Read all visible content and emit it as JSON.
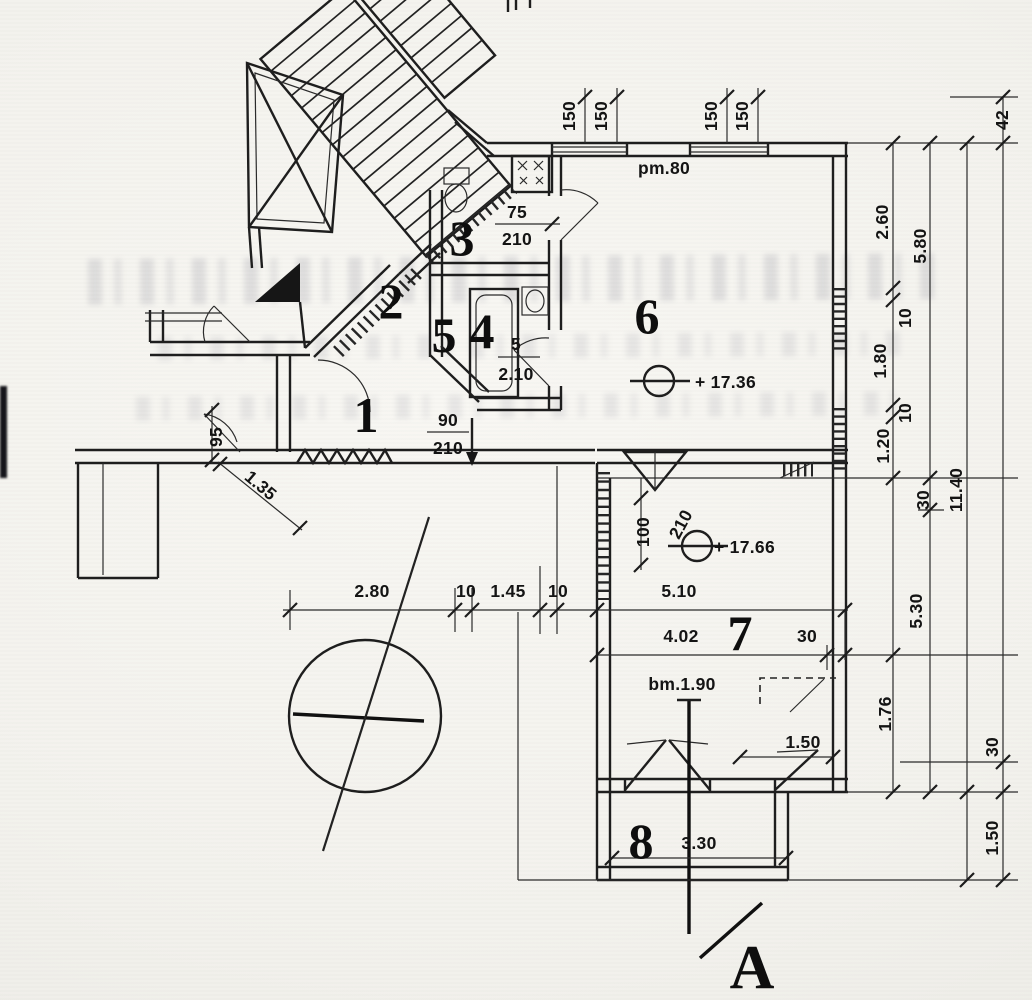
{
  "palette": {
    "ink": "#1e1e1e",
    "paper": "#f3f2ed"
  },
  "drawing": {
    "room_labels": {
      "r1": "1",
      "r2": "2",
      "r3": "3",
      "r4": "4",
      "r5": "5",
      "r6": "6",
      "r7": "7",
      "r8": "8"
    },
    "section_label": "A",
    "window_dims": {
      "w1a": "150",
      "w1b": "150",
      "w2a": "150",
      "w2b": "150"
    },
    "annotations": {
      "pm80": "pm.80",
      "bm190": "bm.1.90",
      "level_upper": "+ 17.36",
      "level_lower": "+ 17.66"
    },
    "door_dims": {
      "d75_w": "75",
      "d75_h": "210",
      "d5_w": "5",
      "d5_h": "2.10",
      "d90_w": "90",
      "d90_h": "210",
      "d95": "95",
      "d100_w": "100",
      "d100_h": "210"
    },
    "chain_center": {
      "c280": "2.80",
      "c10a": "10",
      "c145": "1.45",
      "c10b": "10",
      "c510": "5.10",
      "c402": "4.02",
      "c30": "30"
    },
    "interior_dims": {
      "d135": "1.35",
      "d150": "1.50",
      "d330": "3.30"
    },
    "chain_right": {
      "r42": "42",
      "r260": "2.60",
      "r580": "5.80",
      "r10a": "10",
      "r180": "1.80",
      "r10b": "10",
      "r120": "1.20",
      "r30a": "30",
      "r1140": "11.40",
      "r530": "5.30",
      "r176": "1.76",
      "r30b": "30",
      "r150": "1.50"
    }
  }
}
